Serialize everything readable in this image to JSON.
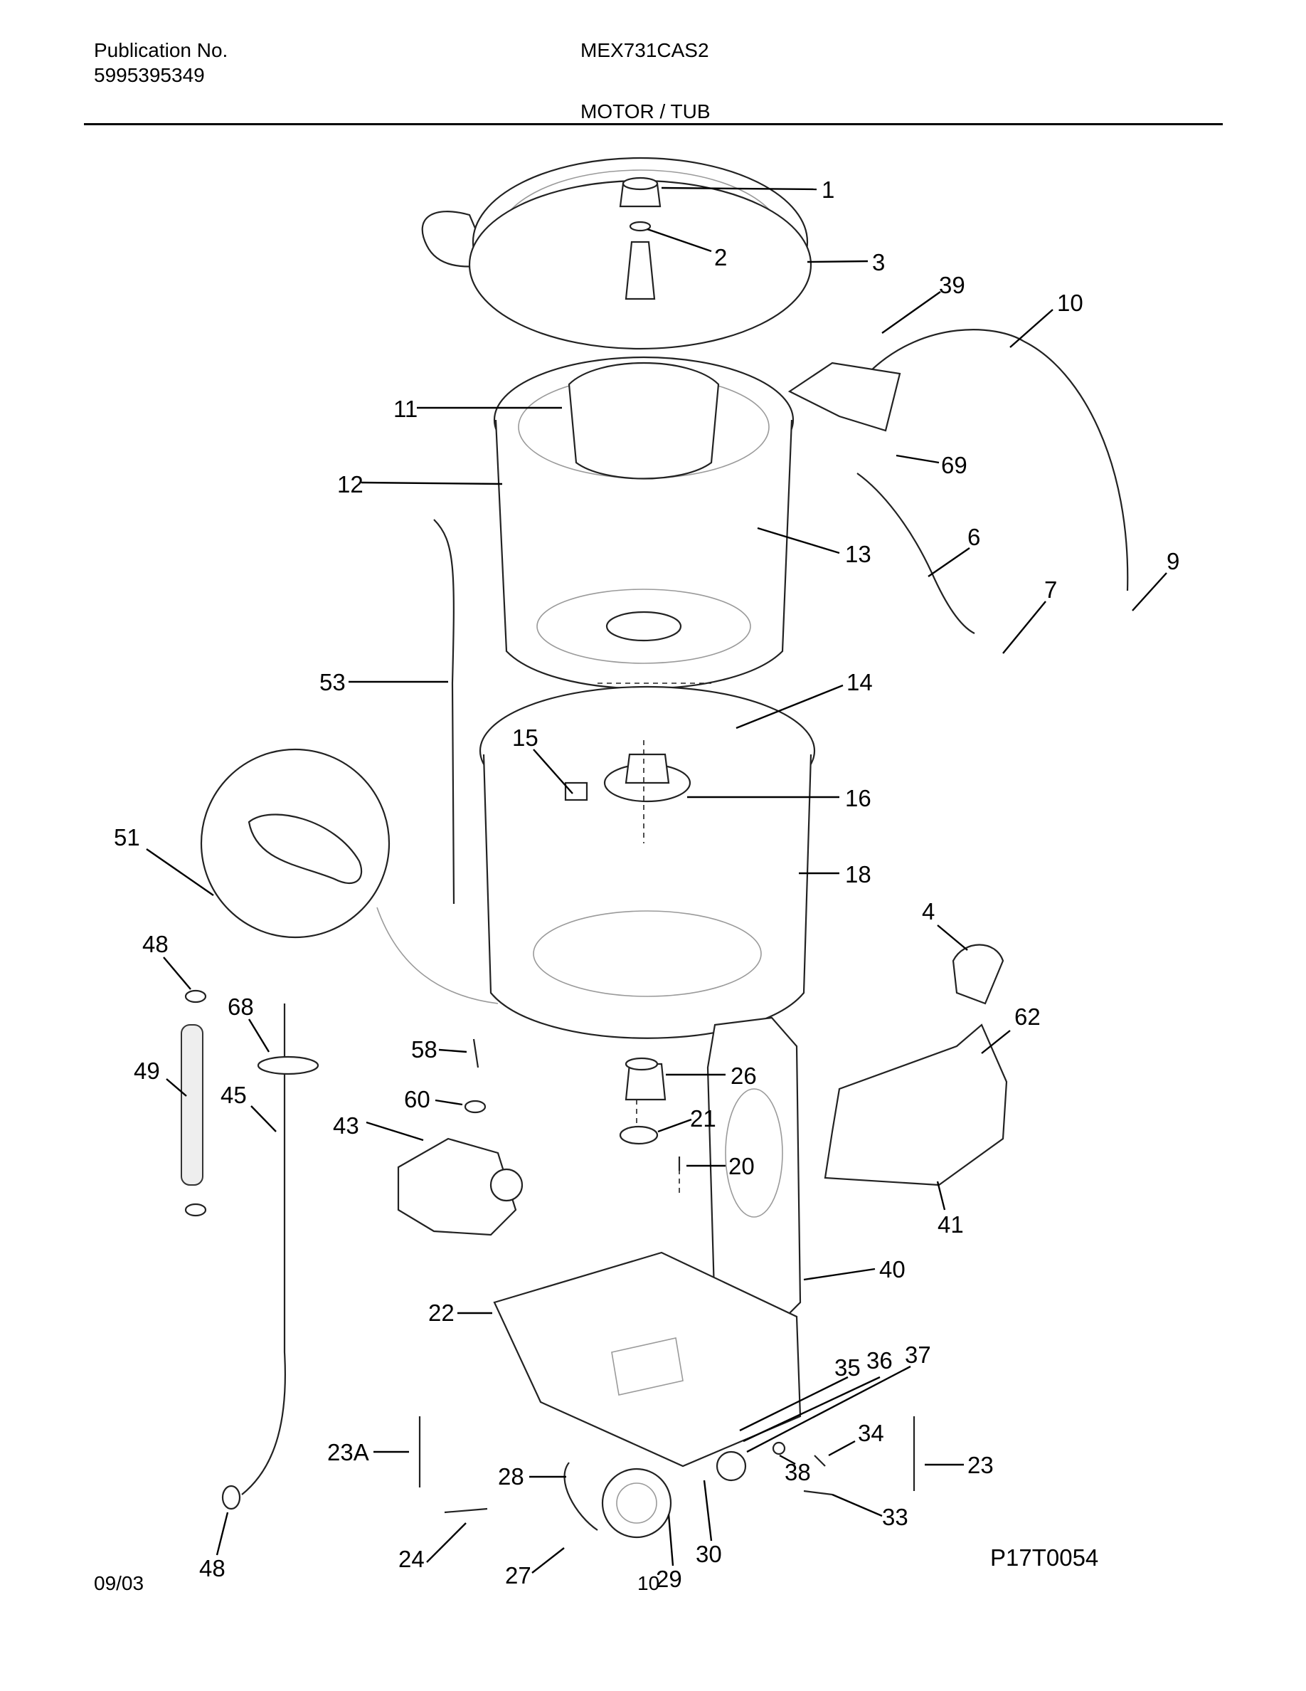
{
  "header": {
    "publication_label": "Publication No.",
    "publication_number": "5995395349",
    "model": "MEX731CAS2",
    "section_title": "MOTOR / TUB"
  },
  "footer": {
    "date": "09/03",
    "page_number": "10",
    "diagram_code": "P17T0054"
  },
  "callouts": [
    "1",
    "2",
    "3",
    "39",
    "10",
    "11",
    "69",
    "12",
    "13",
    "6",
    "7",
    "9",
    "14",
    "53",
    "15",
    "16",
    "51",
    "18",
    "4",
    "48",
    "68",
    "62",
    "58",
    "26",
    "49",
    "45",
    "60",
    "43",
    "21",
    "20",
    "41",
    "40",
    "22",
    "35",
    "36",
    "37",
    "34",
    "23A",
    "38",
    "23",
    "28",
    "33",
    "24",
    "30",
    "27",
    "29"
  ]
}
